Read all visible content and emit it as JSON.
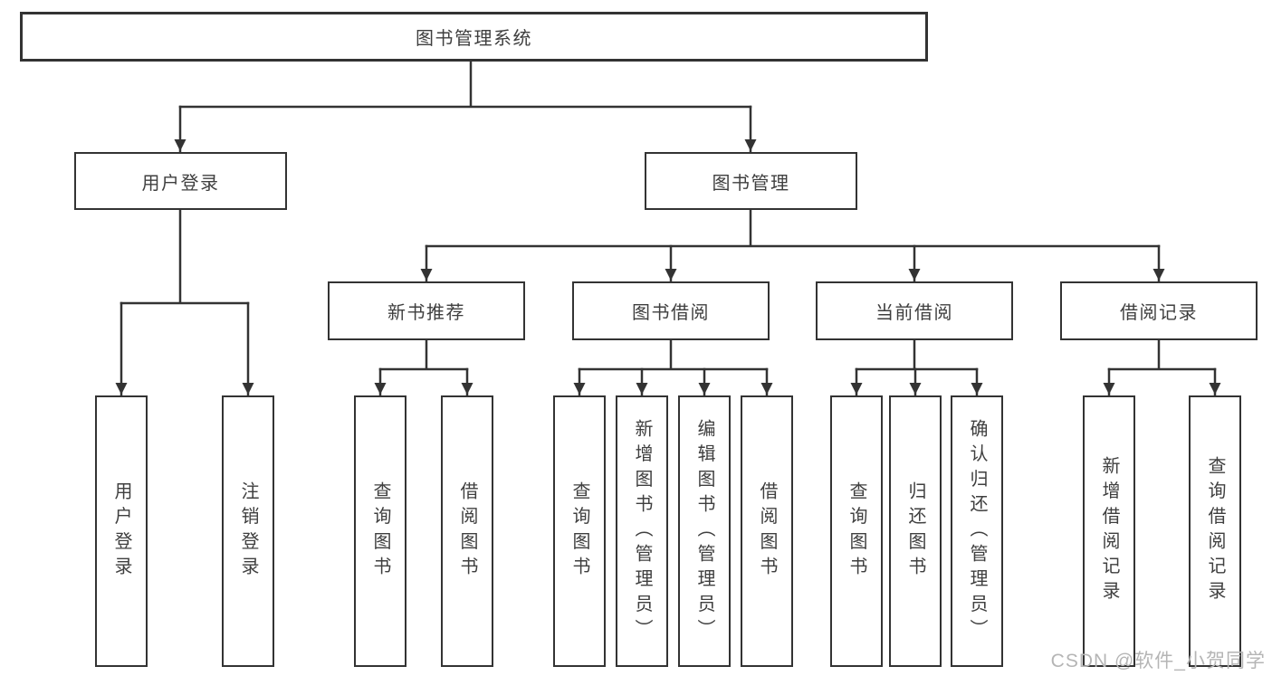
{
  "tree": {
    "root": {
      "label": "图书管理系统"
    },
    "branches": [
      {
        "label": "用户登录",
        "children": [
          {
            "label": "用户登录"
          },
          {
            "label": "注销登录"
          }
        ]
      },
      {
        "label": "图书管理",
        "children": [
          {
            "label": "新书推荐",
            "children": [
              {
                "label": "查询图书"
              },
              {
                "label": "借阅图书"
              }
            ]
          },
          {
            "label": "图书借阅",
            "children": [
              {
                "label": "查询图书"
              },
              {
                "label": "新增图书（管理员）"
              },
              {
                "label": "编辑图书（管理员）"
              },
              {
                "label": "借阅图书"
              }
            ]
          },
          {
            "label": "当前借阅",
            "children": [
              {
                "label": "查询图书"
              },
              {
                "label": "归还图书"
              },
              {
                "label": "确认归还（管理员）"
              }
            ]
          },
          {
            "label": "借阅记录",
            "children": [
              {
                "label": "新增借阅记录"
              },
              {
                "label": "查询借阅记录"
              }
            ]
          }
        ]
      }
    ]
  },
  "watermark": {
    "text": "CSDN @软件_小贺同学"
  },
  "colors": {
    "line": "#333333",
    "box_border": "#333333",
    "text": "#3f3f3f",
    "watermark": "#b5b5b5",
    "background": "#ffffff"
  }
}
